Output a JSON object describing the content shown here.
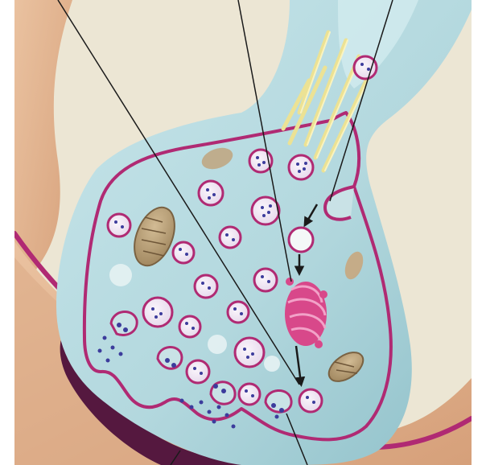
{
  "figure": {
    "type": "synapse-illustration",
    "labels": [],
    "colors": {
      "frame": "#ffffff",
      "background_cream": "#ece6d4",
      "postsynaptic_tan": "#e6b892",
      "terminal_blue": "#b5d9df",
      "membrane_magenta": "#a8236b",
      "vesicle_fill": "#f4ecf6",
      "neurotransmitter": "#3c3c9c",
      "mitochondrion": "#b39a72",
      "golgi": "#d8488a",
      "receptor_band": "#5a1d4a",
      "microtubule": "#ece294",
      "leader_line": "#1a1a1a"
    },
    "components": [
      "presynaptic-terminal",
      "synaptic-vesicles",
      "mitochondria",
      "golgi-apparatus",
      "endocytosis-pit",
      "microtubules",
      "synaptic-cleft",
      "postsynaptic-membrane",
      "receptor-density",
      "leader-lines"
    ]
  }
}
